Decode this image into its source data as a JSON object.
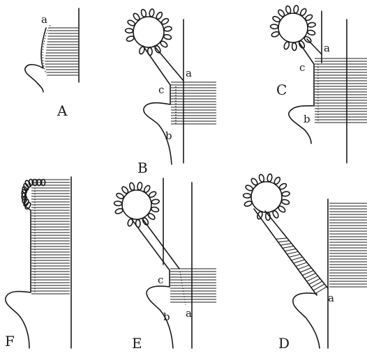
{
  "figures": [
    {
      "id": "A",
      "points": [
        "a"
      ]
    },
    {
      "id": "B",
      "points": [
        "a",
        "b",
        "c"
      ]
    },
    {
      "id": "C",
      "points": [
        "a",
        "b",
        "c"
      ]
    },
    {
      "id": "D",
      "points": [
        "a"
      ]
    },
    {
      "id": "E",
      "points": [
        "a",
        "b",
        "c"
      ]
    },
    {
      "id": "F",
      "points": []
    }
  ],
  "colors": {
    "ink": "#1a1a1a",
    "paper": "#ffffff"
  }
}
